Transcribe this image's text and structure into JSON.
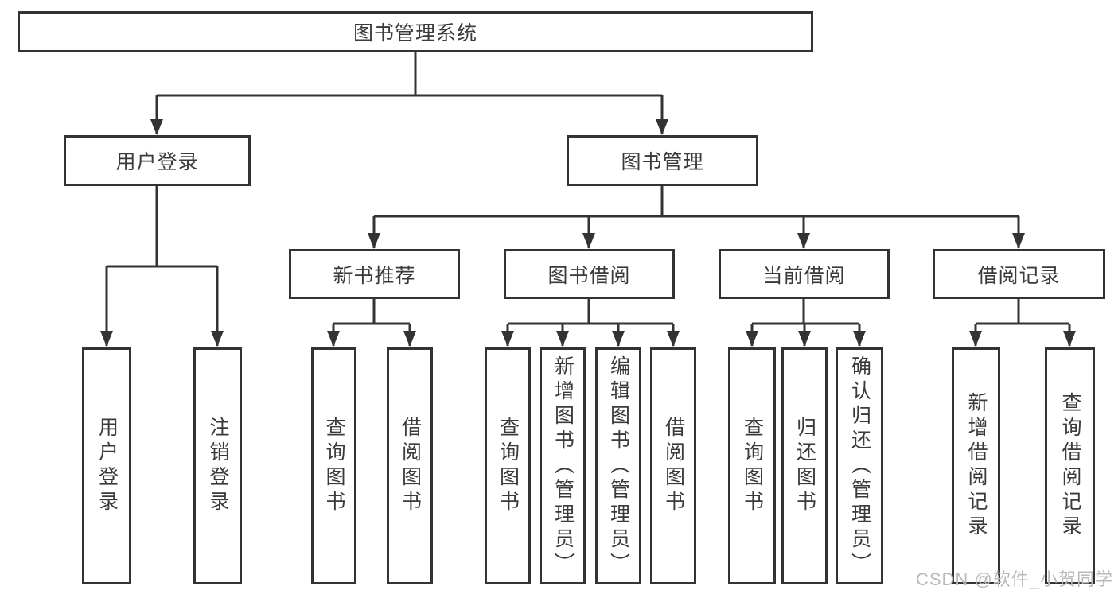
{
  "diagram": {
    "root": {
      "label": "图书管理系统"
    },
    "branches": [
      {
        "label": "用户登录",
        "leaves": [
          {
            "label": "用户登录"
          },
          {
            "label": "注销登录"
          }
        ]
      },
      {
        "label": "图书管理",
        "groups": [
          {
            "label": "新书推荐",
            "leaves": [
              {
                "label": "查询图书"
              },
              {
                "label": "借阅图书"
              }
            ]
          },
          {
            "label": "图书借阅",
            "leaves": [
              {
                "label": "查询图书"
              },
              {
                "label": "新增图书（管理员）"
              },
              {
                "label": "编辑图书（管理员）"
              },
              {
                "label": "借阅图书"
              }
            ]
          },
          {
            "label": "当前借阅",
            "leaves": [
              {
                "label": "查询图书"
              },
              {
                "label": "归还图书"
              },
              {
                "label": "确认归还（管理员）"
              }
            ]
          },
          {
            "label": "借阅记录",
            "leaves": [
              {
                "label": "新增借阅记录"
              },
              {
                "label": "查询借阅记录"
              }
            ]
          }
        ]
      }
    ]
  },
  "watermark": {
    "text": "CSDN @软件_小贺同学"
  },
  "colors": {
    "line": "#333333",
    "box_border": "#333333",
    "text": "#3a3a3a",
    "watermark": "#b9b9b9",
    "background": "#ffffff"
  }
}
